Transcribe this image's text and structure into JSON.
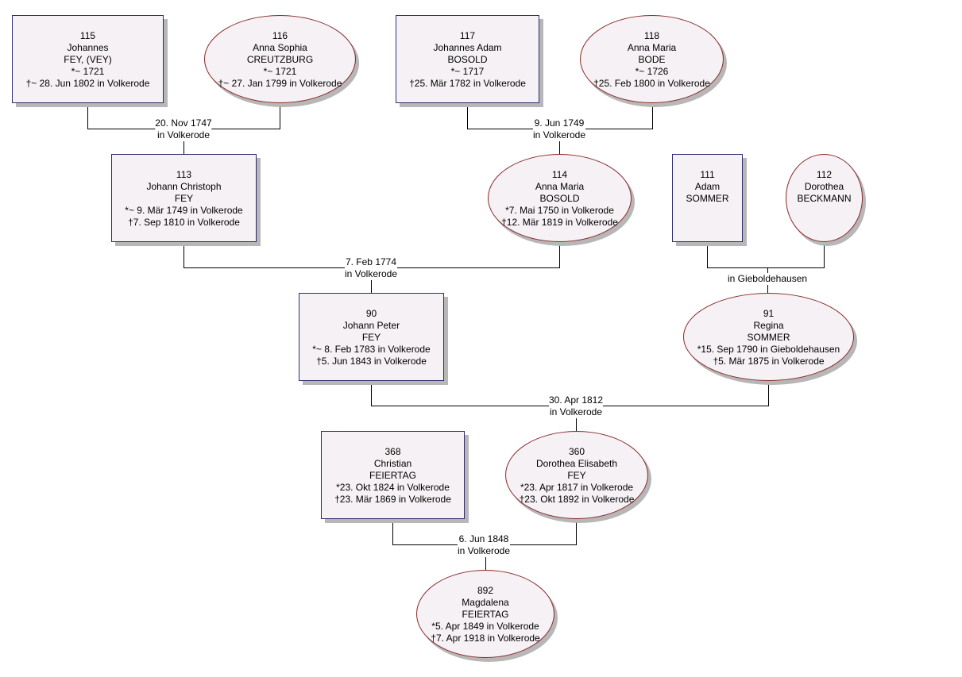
{
  "persons": [
    {
      "id": "115",
      "lines": [
        "115",
        "Johannes",
        "FEY, (VEY)",
        "*~ 1721",
        "†~ 28. Jun 1802 in Volkerode"
      ]
    },
    {
      "id": "116",
      "lines": [
        "116",
        "Anna Sophia",
        "CREUTZBURG",
        "*~ 1721",
        "†~ 27. Jan 1799 in Volkerode"
      ]
    },
    {
      "id": "117",
      "lines": [
        "117",
        "Johannes Adam",
        "BOSOLD",
        "*~ 1717",
        "†25. Mär 1782 in Volkerode"
      ]
    },
    {
      "id": "118",
      "lines": [
        "118",
        "Anna Maria",
        "BODE",
        "*~ 1726",
        "†25. Feb 1800 in Volkerode"
      ]
    },
    {
      "id": "113",
      "lines": [
        "113",
        "Johann Christoph",
        "FEY",
        "*~ 9. Mär 1749 in Volkerode",
        "†7. Sep 1810 in Volkerode"
      ]
    },
    {
      "id": "114",
      "lines": [
        "114",
        "Anna Maria",
        "BOSOLD",
        "*7. Mai 1750 in Volkerode",
        "†12. Mär 1819 in Volkerode"
      ]
    },
    {
      "id": "111",
      "lines": [
        "111",
        "Adam",
        "SOMMER"
      ]
    },
    {
      "id": "112",
      "lines": [
        "112",
        "Dorothea",
        "BECKMANN"
      ]
    },
    {
      "id": "90",
      "lines": [
        "90",
        "Johann Peter",
        "FEY",
        "*~ 8. Feb 1783 in Volkerode",
        "†5. Jun 1843 in Volkerode"
      ]
    },
    {
      "id": "91",
      "lines": [
        "91",
        "Regina",
        "SOMMER",
        "*15. Sep 1790 in Gieboldehausen",
        "†5. Mär 1875 in Volkerode"
      ]
    },
    {
      "id": "368",
      "lines": [
        "368",
        "Christian",
        "FEIERTAG",
        "*23. Okt 1824 in Volkerode",
        "†23. Mär 1869 in Volkerode"
      ]
    },
    {
      "id": "360",
      "lines": [
        "360",
        "Dorothea Elisabeth",
        "FEY",
        "*23. Apr 1817 in Volkerode",
        "†23. Okt 1892 in Volkerode"
      ]
    },
    {
      "id": "892",
      "lines": [
        "892",
        "Magdalena",
        "FEIERTAG",
        "*5. Apr 1849 in Volkerode",
        "†7. Apr 1918 in Volkerode"
      ]
    }
  ],
  "unions": [
    {
      "id": "u115-116",
      "date": "20. Nov 1747",
      "place": "in Volkerode"
    },
    {
      "id": "u117-118",
      "date": "9. Jun 1749",
      "place": "in Volkerode"
    },
    {
      "id": "u113-114",
      "date": "7. Feb 1774",
      "place": "in Volkerode"
    },
    {
      "id": "u111-112",
      "date": "",
      "place": "in Gieboldehausen"
    },
    {
      "id": "u90-91",
      "date": "30. Apr 1812",
      "place": "in Volkerode"
    },
    {
      "id": "u368-360",
      "date": "6. Jun 1848",
      "place": "in Volkerode"
    }
  ],
  "colors": {
    "male_border": "#2e2e6e",
    "female_border": "#8a2b2b",
    "fill": "#f5f1f4",
    "shadow": "#b7b7b7"
  }
}
